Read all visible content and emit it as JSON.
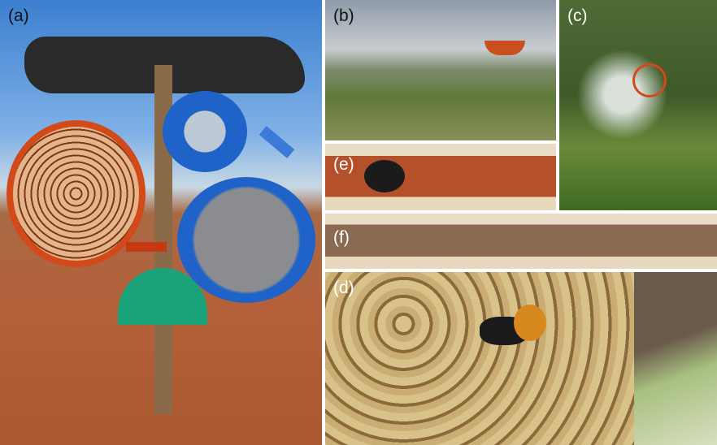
{
  "panels": [
    {
      "label": "(a)"
    },
    {
      "label": "(b)"
    },
    {
      "label": "(c)"
    },
    {
      "label": "(d)"
    },
    {
      "label": "(e)"
    },
    {
      "label": "(f)"
    }
  ],
  "colors": {
    "orange_ring": "#d24a1a",
    "blue_bucket": "#1f63c8",
    "green_shield": "#1aa37a"
  }
}
